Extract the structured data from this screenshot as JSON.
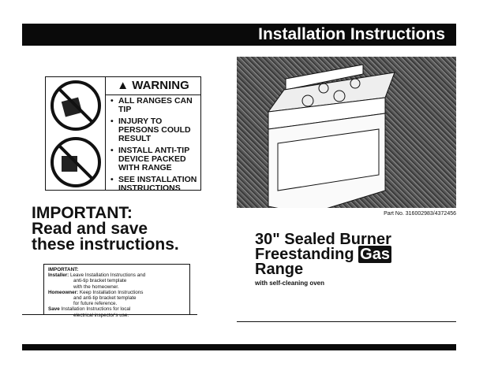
{
  "header": {
    "title": "Installation Instructions"
  },
  "warning": {
    "title": "WARNING",
    "items": [
      "ALL RANGES CAN TIP",
      "INJURY TO PERSONS COULD RESULT",
      "INSTALL ANTI-TIP DEVICE PACKED WITH RANGE",
      "SEE INSTALLATION INSTRUCTIONS"
    ]
  },
  "important": {
    "line1": "IMPORTANT:",
    "line2": "Read and save",
    "line3": "these instructions."
  },
  "note": {
    "heading": "IMPORTANT:",
    "installer_label": "Installer:",
    "installer_text1": "Leave Installation Instructions and",
    "installer_text2": "anti-tip bracket template",
    "installer_text3": "with the homeowner.",
    "homeowner_label": "Homeowner:",
    "homeowner_text1": "Keep Installation Instructions",
    "homeowner_text2": "and anti-tip bracket template",
    "homeowner_text3": "for future reference.",
    "save_label": "Save",
    "save_text1": "Installation Instructions for local",
    "save_text2": "electrical inspector's use."
  },
  "product": {
    "part_no": "Part No. 316002983/4372456",
    "title1": "30\" Sealed Burner",
    "title2": "Freestanding",
    "title_gas": "Gas",
    "title3": "Range",
    "subtitle": "with self-cleaning oven"
  }
}
